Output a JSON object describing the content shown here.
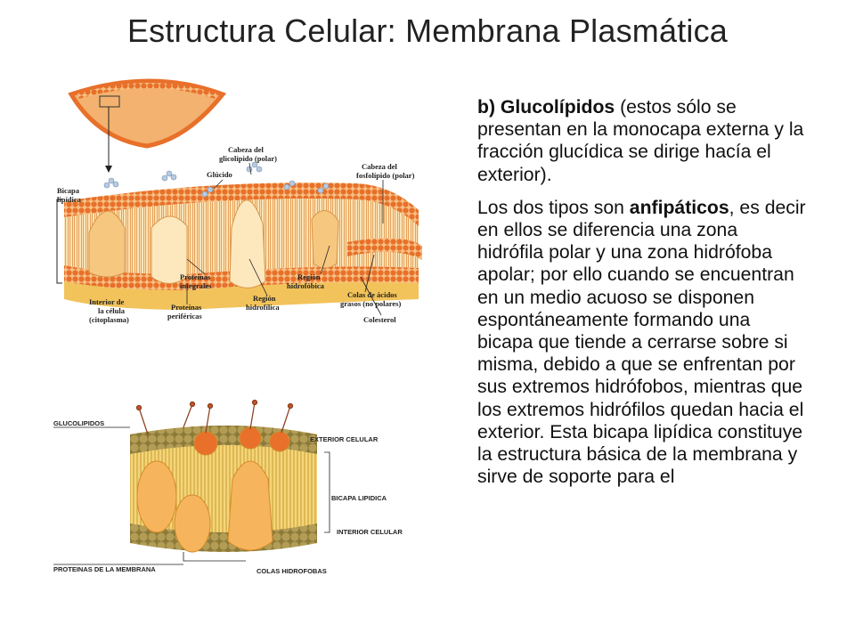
{
  "slide": {
    "title": "Estructura Celular: Membrana Plasmática",
    "paragraph1": {
      "bold_lead": "b) Glucolípidos",
      "rest": " (estos sólo se presentan en la monocapa externa y la fracción glucídica se dirige hacía el exterior)."
    },
    "paragraph2": {
      "lead": "Los dos tipos son ",
      "bold_word": "anfipáticos",
      "rest": ", es decir en ellos se diferencia una zona hidrófila polar y una zona hidrófoba apolar; por ello cuando se encuentran en un medio acuoso se disponen espontáneamente formando una bicapa que tiende a cerrarse sobre si misma, debido a que se enfrentan por sus extremos hidrófobos, mientras que los extremos hidrófilos quedan hacia el exterior. Esta bicapa lipídica constituye la estructura básica de la membrana y sirve de soporte para el"
    }
  },
  "figure1": {
    "labels": {
      "bicapa": [
        "Bicapa",
        "lipídica"
      ],
      "cabeza_glicolipido": [
        "Cabeza del",
        "glicolípido (polar)"
      ],
      "glucido": "Glúcido",
      "cabeza_fosfolipido": [
        "Cabeza del",
        "fosfolípido (polar)"
      ],
      "proteinas_integrales": [
        "Proteínas",
        "integrales"
      ],
      "region_hidrofobica": [
        "Región",
        "hidrofóbica"
      ],
      "colas": [
        "Colas de ácidos",
        "grasos (no polares)"
      ],
      "interior": [
        "Interior de",
        "la célula",
        "(citoplasma)"
      ],
      "proteinas_perifericas": [
        "Proteínas",
        "periféricas"
      ],
      "region_hidrofilica": [
        "Región",
        "hidrofílica"
      ],
      "colesterol": "Colesterol"
    }
  },
  "figure2": {
    "labels": {
      "glucolipidos": "GLUCOLIPIDOS",
      "exterior": "EXTERIOR CELULAR",
      "bicapa": "BICAPA LIPIDICA",
      "interior": "INTERIOR CELULAR",
      "proteinas": "PROTEINAS DE LA MEMBRANA",
      "colas": "COLAS HIDROFOBAS"
    }
  },
  "colors": {
    "head_orange": "#e8702a",
    "tail_yellow": "#f2c35a",
    "protein": "#f5c27a",
    "head_olive": "#a7924a"
  }
}
